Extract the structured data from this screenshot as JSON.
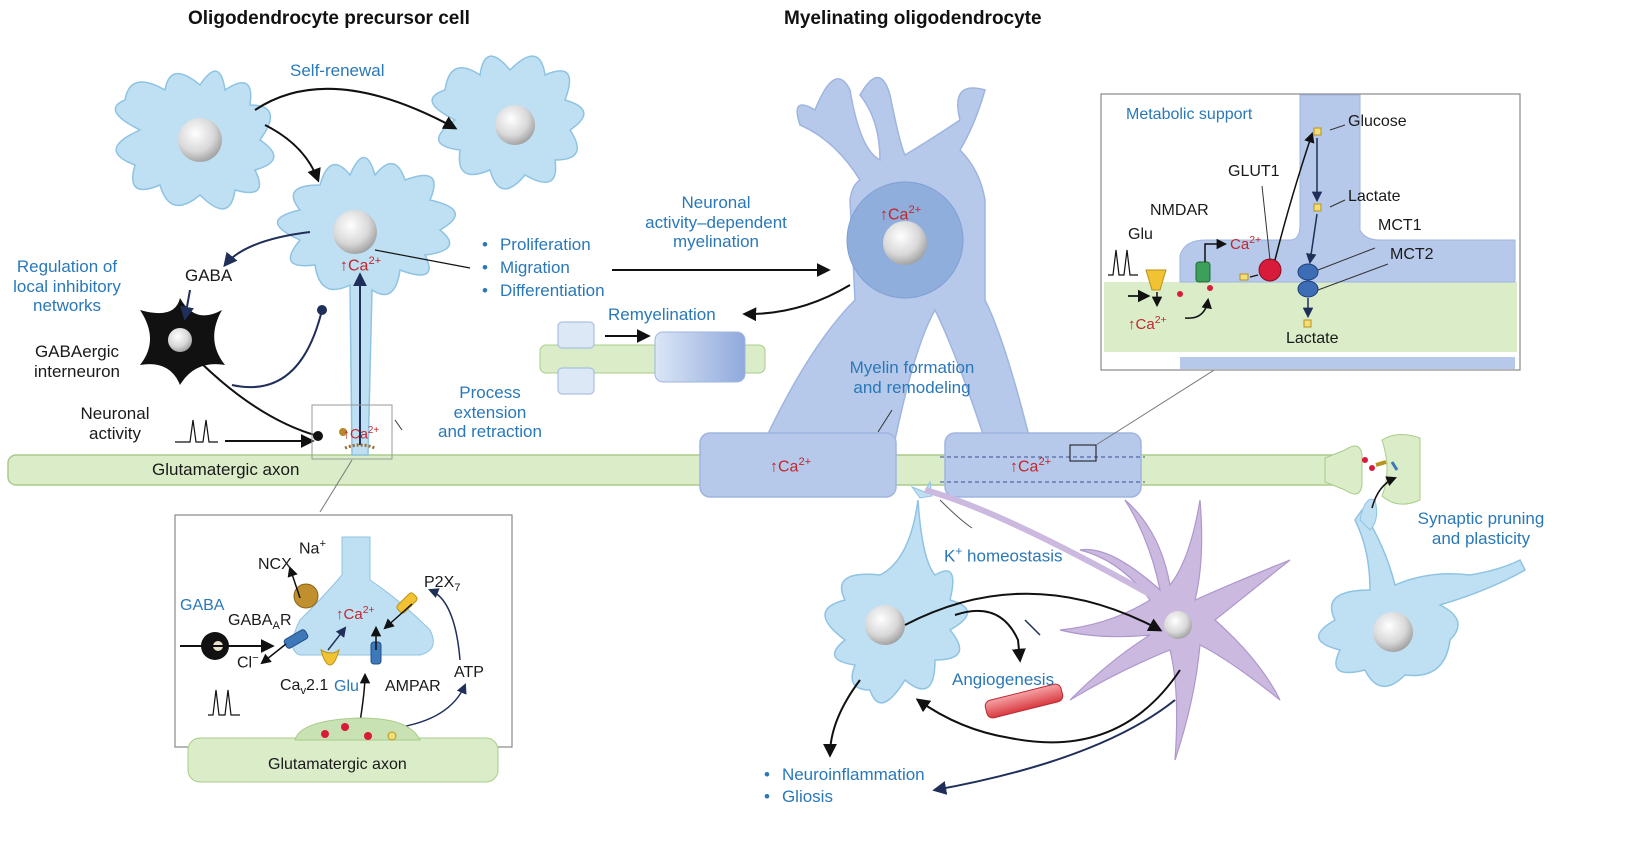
{
  "headers": {
    "opc": "Oligodendrocyte precursor cell",
    "myelinating": "Myelinating oligodendrocyte"
  },
  "labels": {
    "self_renewal": "Self-renewal",
    "regulation_1": "Regulation of",
    "regulation_2": "local inhibitory",
    "regulation_3": "networks",
    "gaba_top": "GABA",
    "gabaergic_1": "GABAergic",
    "gabaergic_2": "interneuron",
    "neuronal_activity_1": "Neuronal",
    "neuronal_activity_2": "activity",
    "glutamatergic_axon_main": "Glutamatergic axon",
    "process_1": "Process",
    "process_2": "extension",
    "process_3": "and retraction",
    "bullets_opc": [
      "Proliferation",
      "Migration",
      "Differentiation"
    ],
    "neuronal_dep_1": "Neuronal",
    "neuronal_dep_2": "activity–dependent",
    "neuronal_dep_3": "myelination",
    "remyelination": "Remyelination",
    "myelin_formation_1": "Myelin formation",
    "myelin_formation_2": "and remodeling",
    "k_homeostasis": "homeostasis",
    "k_symbol": "K",
    "k_sup": "+",
    "synaptic_1": "Synaptic pruning",
    "synaptic_2": "and plasticity",
    "angiogenesis": "Angiogenesis",
    "bullets_bottom": [
      "Neuroinflammation",
      "Gliosis"
    ]
  },
  "calcium": {
    "arrow_ca": "↑Ca",
    "sup": "2+",
    "plain_ca": "Ca"
  },
  "inset_opc": {
    "na": "Na",
    "na_sup": "+",
    "ncx": "NCX",
    "p2x": "P2X",
    "p2x_sub": "7",
    "gaba": "GABA",
    "gabaar": "GABA",
    "gabaar_sub": "A",
    "gabaar_r": "R",
    "cl": "Cl",
    "cl_sup": "−",
    "cav": "Ca",
    "cav_sub": "v",
    "cav_num": "2.1",
    "glu": "Glu",
    "ampar": "AMPAR",
    "atp": "ATP",
    "axon": "Glutamatergic axon"
  },
  "inset_metabolic": {
    "title": "Metabolic support",
    "glucose": "Glucose",
    "glut1": "GLUT1",
    "nmdar": "NMDAR",
    "glu": "Glu",
    "lactate_top": "Lactate",
    "mct1": "MCT1",
    "mct2": "MCT2",
    "lactate_bottom": "Lactate"
  },
  "colors": {
    "opc_cell": "#bfe0f2",
    "opc_outline": "#8fc3e3",
    "oligo_body": "#8faedc",
    "oligo_light": "#b7c9ea",
    "axon": "#daedc8",
    "axon_outline": "#a9cc8a",
    "microglia": "#cbb9e0",
    "text_blue": "#2a78b8",
    "text_red": "#c0272d"
  }
}
